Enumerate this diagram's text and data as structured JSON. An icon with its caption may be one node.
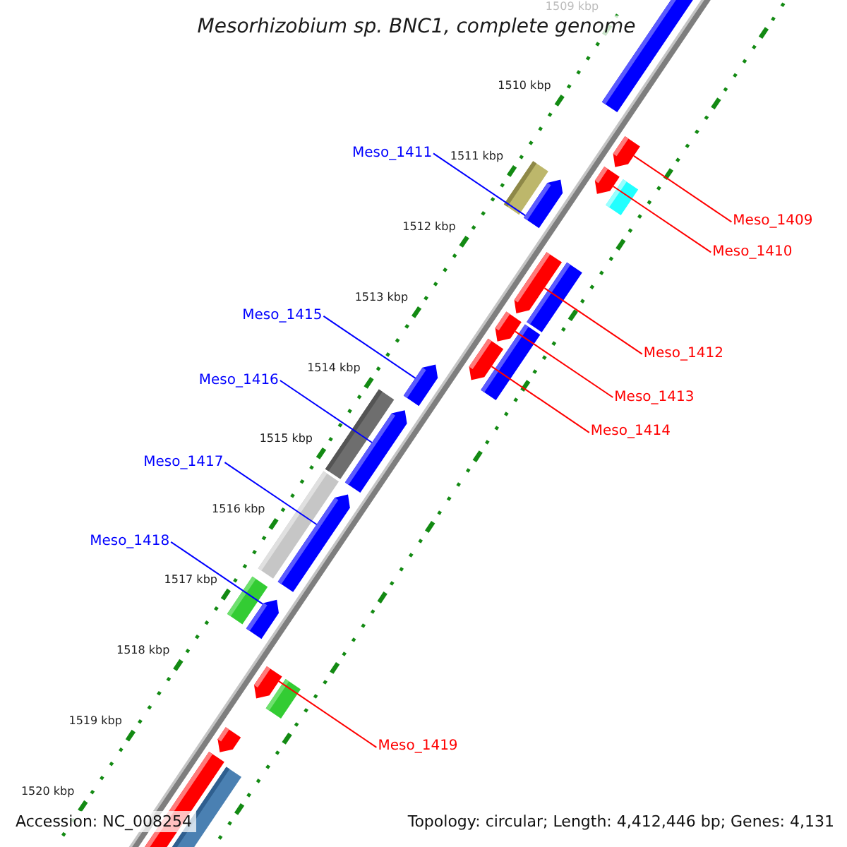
{
  "diagram": {
    "title": "Mesorhizobium sp. BNC1, complete genome",
    "nodes": [
      {
        "text": [
          "Meso_1411"
        ]
      },
      {
        "text": [
          "Meso_1409"
        ]
      },
      {
        "text": [
          "Meso_1410"
        ]
      },
      {
        "text": [
          "Meso_1415"
        ]
      },
      {
        "text": [
          "Meso_1412"
        ]
      },
      {
        "text": [
          "Meso_1416"
        ]
      },
      {
        "text": [
          "Meso_1413"
        ]
      },
      {
        "text": [
          "Meso_1414"
        ]
      },
      {
        "text": [
          "Meso_1417"
        ]
      },
      {
        "text": [
          "Meso_1418"
        ]
      },
      {
        "text": [
          "Meso_1419"
        ]
      },
      {
        "text": [],
        "shape": "bar"
      },
      {
        "text": [],
        "shape": "pentagon"
      },
      {
        "text": [],
        "shape": "pentagon"
      },
      {
        "text": [],
        "shape": "bar"
      },
      {
        "text": [],
        "shape": "bar"
      },
      {
        "text": [],
        "shape": "pentagon"
      },
      {
        "text": [],
        "shape": "bar"
      },
      {
        "text": [],
        "shape": "pentagon"
      },
      {
        "text": [],
        "shape": "pentagon"
      },
      {
        "text": [],
        "shape": "bar"
      },
      {
        "text": [],
        "shape": "pentagon"
      },
      {
        "text": [],
        "shape": "pentagon"
      },
      {
        "text": [],
        "shape": "bar"
      },
      {
        "text": [],
        "shape": "pentagon"
      },
      {
        "text": [],
        "shape": "bar"
      },
      {
        "text": [],
        "shape": "pentagon"
      },
      {
        "text": [],
        "shape": "bar"
      },
      {
        "text": [],
        "shape": "pentagon"
      },
      {
        "text": [],
        "shape": "pentagon"
      },
      {
        "text": [],
        "shape": "bar"
      },
      {
        "text": [],
        "shape": "pentagon"
      },
      {
        "text": [],
        "shape": "bar"
      },
      {
        "text": [],
        "shape": "bar"
      }
    ],
    "edges": [
      {
        "from": 0,
        "to": 16,
        "arrow": "none",
        "color": "#0000ff"
      },
      {
        "from": 1,
        "to": 12,
        "arrow": "none"
      },
      {
        "from": 2,
        "to": 13,
        "arrow": "none"
      },
      {
        "from": 3,
        "to": 22,
        "arrow": "none",
        "color": "#0000ff"
      },
      {
        "from": 4,
        "to": 18,
        "arrow": "none"
      },
      {
        "from": 5,
        "to": 24,
        "arrow": "none",
        "color": "#0000ff"
      },
      {
        "from": 6,
        "to": 19,
        "arrow": "none"
      },
      {
        "from": 7,
        "to": 21,
        "arrow": "none"
      },
      {
        "from": 8,
        "to": 26,
        "arrow": "none",
        "color": "#0000ff"
      },
      {
        "from": 9,
        "to": 28,
        "arrow": "none",
        "color": "#0000ff"
      },
      {
        "from": 10,
        "to": 29,
        "arrow": "none"
      }
    ],
    "labels": [
      "1509 kbp",
      "1510 kbp",
      "1511 kbp",
      "1512 kbp",
      "1513 kbp",
      "1514 kbp",
      "1515 kbp",
      "1516 kbp",
      "1517 kbp",
      "1518 kbp",
      "1519 kbp",
      "1520 kbp",
      "Accession: NC_008254",
      "Topology: circular; Length: 4,412,446 bp; Genes: 4,131"
    ]
  }
}
